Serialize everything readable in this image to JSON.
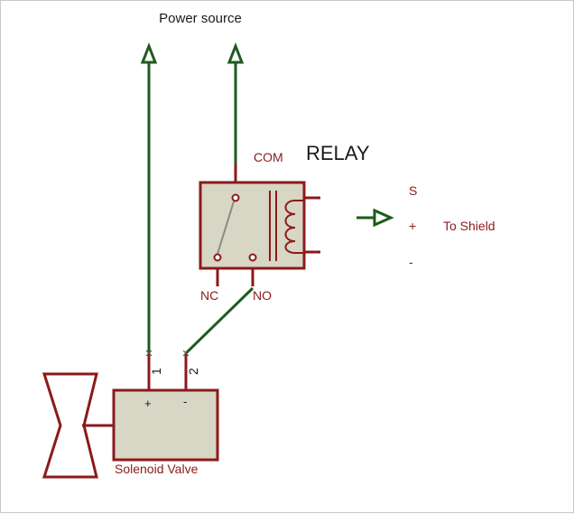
{
  "power_source": {
    "label": "Power source"
  },
  "relay": {
    "title": "RELAY",
    "com_label": "COM",
    "nc_label": "NC",
    "no_label": "NO"
  },
  "shield": {
    "pin_s": "S",
    "pin_plus": "+",
    "pin_minus": "-",
    "label": "To Shield"
  },
  "solenoid": {
    "label": "Solenoid Valve",
    "pin1_num": "1",
    "pin2_num": "2",
    "pin1_sign": "+",
    "pin2_sign": "-"
  },
  "colors": {
    "wire": "#1e5a1e",
    "component_outline": "#8b1a1a",
    "component_fill": "#d8d6c4",
    "label_red": "#8b1a1a"
  }
}
